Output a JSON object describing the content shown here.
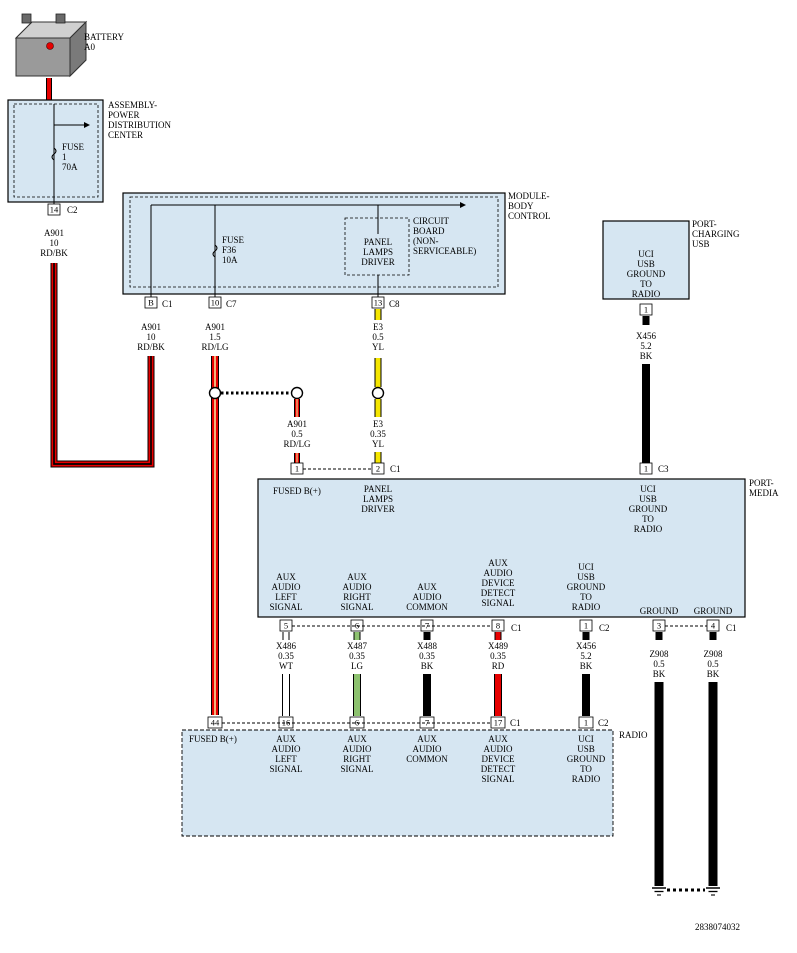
{
  "colors": {
    "module_fill": "#d6e6f2",
    "red": "#e60000",
    "yellow": "#f5e600",
    "black": "#000000",
    "green": "#8dc26f",
    "white": "#ffffff",
    "orange_light": "#f0b37a"
  },
  "battery": {
    "name": "BATTERY",
    "id": "A0"
  },
  "pdc": {
    "title": [
      "ASSEMBLY-",
      "POWER",
      "DISTRIBUTION",
      "CENTER"
    ],
    "fuse": [
      "FUSE",
      "1",
      "70A"
    ],
    "pin": "14",
    "conn": "C2"
  },
  "bcm": {
    "title": [
      "MODULE-",
      "BODY",
      "CONTROL"
    ],
    "fuse": [
      "FUSE",
      "F36",
      "10A"
    ],
    "driver": [
      "PANEL",
      "LAMPS",
      "DRIVER"
    ],
    "board": [
      "CIRCUIT",
      "BOARD",
      "(NON-",
      "SERVICEABLE)"
    ],
    "pins": [
      {
        "pin": "B",
        "conn": "C1"
      },
      {
        "pin": "10",
        "conn": "C7"
      },
      {
        "pin": "13",
        "conn": "C8"
      }
    ]
  },
  "usb": {
    "title": [
      "PORT-",
      "CHARGING",
      "USB"
    ],
    "signal": [
      "UCI",
      "USB",
      "GROUND",
      "TO",
      "RADIO"
    ],
    "pin": "1"
  },
  "wires": {
    "pdc_bcm": [
      "A901",
      "10",
      "RD/BK"
    ],
    "bcm_b": [
      "A901",
      "10",
      "RD/BK"
    ],
    "bcm_10": [
      "A901",
      "1.5",
      "RD/LG"
    ],
    "bcm_13": [
      "E3",
      "0.5",
      "YL"
    ],
    "media_1": [
      "A901",
      "0.5",
      "RD/LG"
    ],
    "media_2": [
      "E3",
      "0.35",
      "YL"
    ],
    "usb_1": [
      "X456",
      "5.2",
      "BK"
    ],
    "aux_left": [
      "X486",
      "0.35",
      "WT"
    ],
    "aux_right": [
      "X487",
      "0.35",
      "LG"
    ],
    "aux_common": [
      "X488",
      "0.35",
      "BK"
    ],
    "aux_detect": [
      "X489",
      "0.35",
      "RD"
    ],
    "uci_ground": [
      "X456",
      "5.2",
      "BK"
    ],
    "ground_1": [
      "Z908",
      "0.5",
      "BK"
    ],
    "ground_2": [
      "Z908",
      "0.5",
      "BK"
    ]
  },
  "media": {
    "title": [
      "PORT-",
      "MEDIA"
    ],
    "fused": "FUSED B(+)",
    "driver": [
      "PANEL",
      "LAMPS",
      "DRIVER"
    ],
    "uci": [
      "UCI",
      "USB",
      "GROUND",
      "TO",
      "RADIO"
    ],
    "top_pins": [
      {
        "pin": "1",
        "conn": ""
      },
      {
        "pin": "2",
        "conn": "C1"
      },
      {
        "pin": "1",
        "conn": "C3"
      }
    ],
    "signals": [
      [
        "AUX",
        "AUDIO",
        "LEFT",
        "SIGNAL"
      ],
      [
        "AUX",
        "AUDIO",
        "RIGHT",
        "SIGNAL"
      ],
      [
        "AUX",
        "AUDIO",
        "COMMON"
      ],
      [
        "AUX",
        "AUDIO",
        "DEVICE",
        "DETECT",
        "SIGNAL"
      ],
      [
        "UCI",
        "USB",
        "GROUND",
        "TO",
        "RADIO"
      ],
      [
        "GROUND"
      ],
      [
        "GROUND"
      ]
    ],
    "bottom_pins": [
      {
        "pin": "5",
        "conn": ""
      },
      {
        "pin": "6",
        "conn": ""
      },
      {
        "pin": "7",
        "conn": ""
      },
      {
        "pin": "8",
        "conn": "C1"
      },
      {
        "pin": "1",
        "conn": "C2"
      },
      {
        "pin": "3",
        "conn": ""
      },
      {
        "pin": "4",
        "conn": "C1"
      }
    ]
  },
  "radio": {
    "title": "RADIO",
    "fused": "FUSED B(+)",
    "signals": [
      [
        "AUX",
        "AUDIO",
        "LEFT",
        "SIGNAL"
      ],
      [
        "AUX",
        "AUDIO",
        "RIGHT",
        "SIGNAL"
      ],
      [
        "AUX",
        "AUDIO",
        "COMMON"
      ],
      [
        "AUX",
        "AUDIO",
        "DEVICE",
        "DETECT",
        "SIGNAL"
      ],
      [
        "UCI",
        "USB",
        "GROUND",
        "TO",
        "RADIO"
      ]
    ],
    "pins": [
      {
        "pin": "44",
        "conn": ""
      },
      {
        "pin": "16",
        "conn": ""
      },
      {
        "pin": "6",
        "conn": ""
      },
      {
        "pin": "7",
        "conn": ""
      },
      {
        "pin": "17",
        "conn": "C1"
      },
      {
        "pin": "1",
        "conn": "C2"
      }
    ]
  },
  "doc_id": "2838074032"
}
